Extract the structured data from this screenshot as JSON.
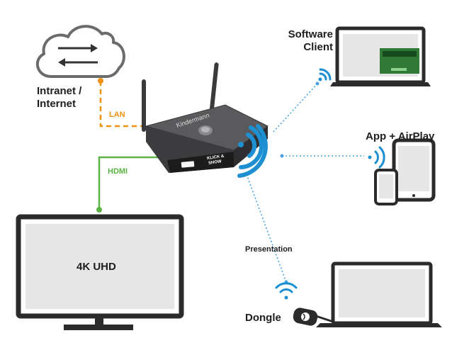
{
  "labels": {
    "intranet_line1": "Intranet /",
    "intranet_line2": "Internet",
    "lan": "LAN",
    "hdmi": "HDMI",
    "software_line1": "Software",
    "software_line2": "Client",
    "app_airplay": "App + AirPlay",
    "presentation": "Presentation",
    "dongle": "Dongle",
    "tv_label": "4K UHD",
    "brand": "Kindermann",
    "device_logo_line1": "KLICK &",
    "device_logo_line2": "SHOW"
  },
  "colors": {
    "lan": "#f0920e",
    "hdmi": "#5db346",
    "wifi": "#1e90d2",
    "wireless_link": "#4aa3e0",
    "device_body": "#4a4a4c",
    "outline": "#2b2b2b",
    "screen": "#e6e6e6"
  },
  "icons": [
    "cloud-sync-icon",
    "router-device",
    "wifi-broadcast-icon",
    "laptop-icon",
    "tablet-icon",
    "phone-icon",
    "tv-icon",
    "dongle-icon"
  ]
}
